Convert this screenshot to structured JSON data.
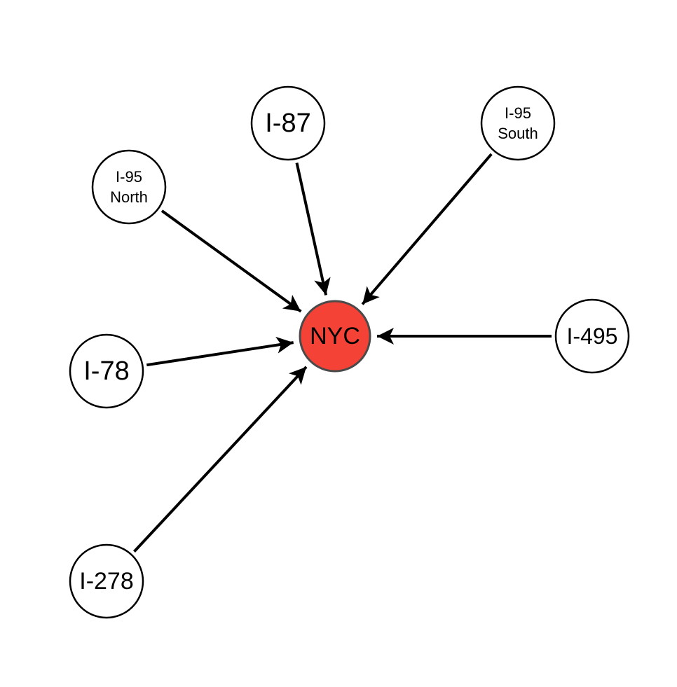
{
  "diagram": {
    "center": {
      "id": "nyc",
      "label": "NYC",
      "fill": "#f44336"
    },
    "nodes": [
      {
        "id": "i87",
        "lines": [
          "I-87"
        ]
      },
      {
        "id": "i95-south",
        "lines": [
          "I-95",
          "South"
        ]
      },
      {
        "id": "i95-north",
        "lines": [
          "I-95",
          "North"
        ]
      },
      {
        "id": "i78",
        "lines": [
          "I-78"
        ]
      },
      {
        "id": "i495",
        "lines": [
          "I-495"
        ]
      },
      {
        "id": "i278",
        "lines": [
          "I-278"
        ]
      }
    ],
    "edges": [
      {
        "from": "i87",
        "to": "nyc"
      },
      {
        "from": "i95-south",
        "to": "nyc"
      },
      {
        "from": "i95-north",
        "to": "nyc"
      },
      {
        "from": "i78",
        "to": "nyc"
      },
      {
        "from": "i495",
        "to": "nyc"
      },
      {
        "from": "i278",
        "to": "nyc"
      }
    ]
  }
}
